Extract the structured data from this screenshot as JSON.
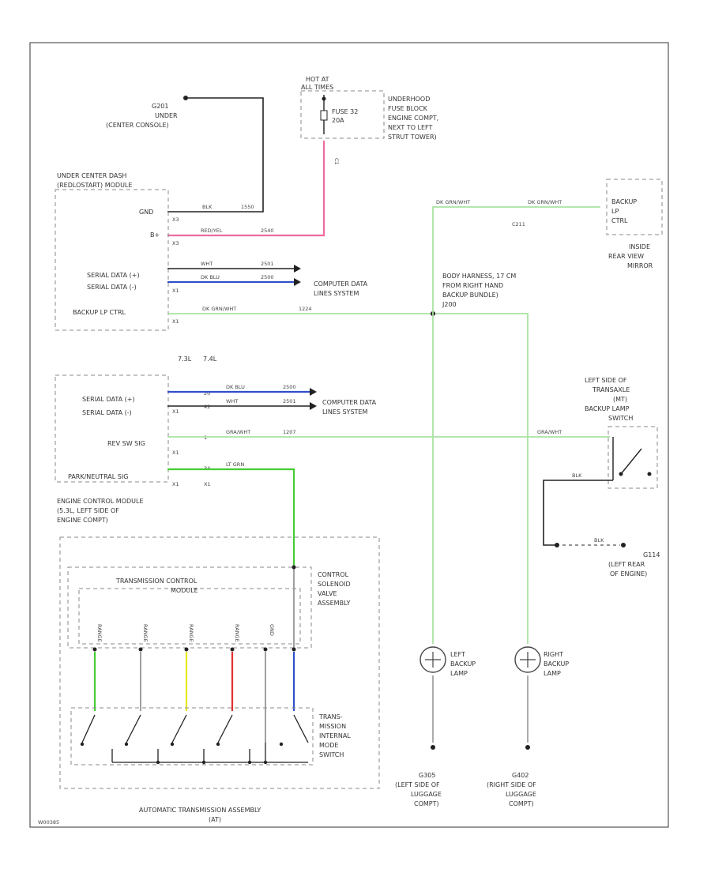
{
  "diagram_id": "W00385",
  "colors": {
    "pink": "#ee6aa0",
    "red": "#e03030",
    "blue": "#3050c8",
    "green": "#44cc33",
    "light_green": "#a9e3a2",
    "yellow": "#e8e820",
    "black": "#222222",
    "gray": "#888888"
  },
  "hot_at": [
    "HOT AT",
    "ALL TIMES"
  ],
  "fuse": [
    "FUSE 32",
    "20A"
  ],
  "underhood_fuse_block": [
    "UNDERHOOD",
    "FUSE BLOCK",
    "ENGINE COMPT,",
    "NEXT TO LEFT",
    "STRUT TOWER)"
  ],
  "c1_label": "C1",
  "g201": [
    "G201",
    "UNDER",
    "(CENTER CONSOLE)"
  ],
  "bcm": {
    "title": [
      "UNDER CENTER DASH",
      "(REDLOSTART) MODULE"
    ],
    "gnd": "GND",
    "bplus": "B+",
    "serial_data_1": "SERIAL DATA (+)",
    "serial_data_2": "SERIAL DATA (-)",
    "backup_lp_ctrl": "BACKUP LP CTRL",
    "w_blk": "BLK",
    "w_1550": "1550",
    "w_red_yel": "RED/YEL",
    "w_2540": "2540",
    "w_wht": "WHT",
    "w_2501": "2501",
    "w_dk_blu": "DK BLU",
    "w_2500": "2500",
    "w_dk_grn_wht": "DK GRN/WHT",
    "w_1224": "1224",
    "pins": [
      "X3",
      "X3",
      "X1",
      "X1"
    ]
  },
  "computer_data_lines": [
    "COMPUTER DATA",
    "LINES SYSTEM"
  ],
  "body_harness": [
    "BODY HARNESS, 17 CM",
    "FROM RIGHT HAND",
    "BACKUP BUNDLE)",
    "J200"
  ],
  "c211": "C211",
  "backup_lp_module": [
    "BACKUP",
    "LP",
    "CTRL"
  ],
  "inside_mirror": [
    "INSIDE",
    "REAR VIEW",
    "MIRROR"
  ],
  "engine_labels": [
    "7.3L",
    "7.4L"
  ],
  "ecm": {
    "serial_data_1": "SERIAL DATA (+)",
    "serial_data_2": "SERIAL DATA (-)",
    "rev_sw_sig": "REV SW SIG",
    "park_neutral": "PARK/NEUTRAL SIG",
    "w_dk_blu": "DK BLU",
    "w_2500": "2500",
    "w_wht": "WHT",
    "w_2501": "2501",
    "w_gra_wht": "GRA/WHT",
    "w_1207": "1207",
    "w_lt_grn": "LT GRN",
    "pins": [
      "20",
      "42",
      "1",
      "34"
    ],
    "pin_x": [
      "X1",
      "X1",
      "X1",
      "X1"
    ],
    "title": [
      "ENGINE CONTROL MODULE",
      "(5.3L, LEFT SIDE OF",
      "ENGINE COMPT)"
    ]
  },
  "backup_lamp_switch": [
    "LEFT SIDE OF",
    "TRANSAXLE",
    "(MT)",
    "BACKUP LAMP",
    "SWITCH"
  ],
  "g114": [
    "G114",
    "(LEFT REAR",
    "OF ENGINE)"
  ],
  "switch_wires": {
    "blk": "BLK",
    "gra_wht": "GRA/WHT"
  },
  "tcm": {
    "title": [
      "TRANSMISSION CONTROL",
      "MODULE"
    ],
    "pins": [
      "RANGE",
      "RANGE",
      "RANGE",
      "RANGE",
      "GND"
    ],
    "csva": [
      "CONTROL",
      "SOLENOID",
      "VALVE",
      "ASSEMBLY"
    ],
    "switch": [
      "TRANS-",
      "MISSION",
      "INTERNAL",
      "MODE",
      "SWITCH"
    ],
    "assembly": [
      "AUTOMATIC TRANSMISSION ASSEMBLY",
      "(AT)"
    ]
  },
  "left_lamp": [
    "LEFT",
    "BACKUP",
    "LAMP"
  ],
  "right_lamp": [
    "RIGHT",
    "BACKUP",
    "LAMP"
  ],
  "left_ground": [
    "G305",
    "(LEFT SIDE OF",
    "LUGGAGE",
    "COMPT)"
  ],
  "right_ground": [
    "G402",
    "(RIGHT SIDE OF",
    "LUGGAGE",
    "COMPT)"
  ]
}
